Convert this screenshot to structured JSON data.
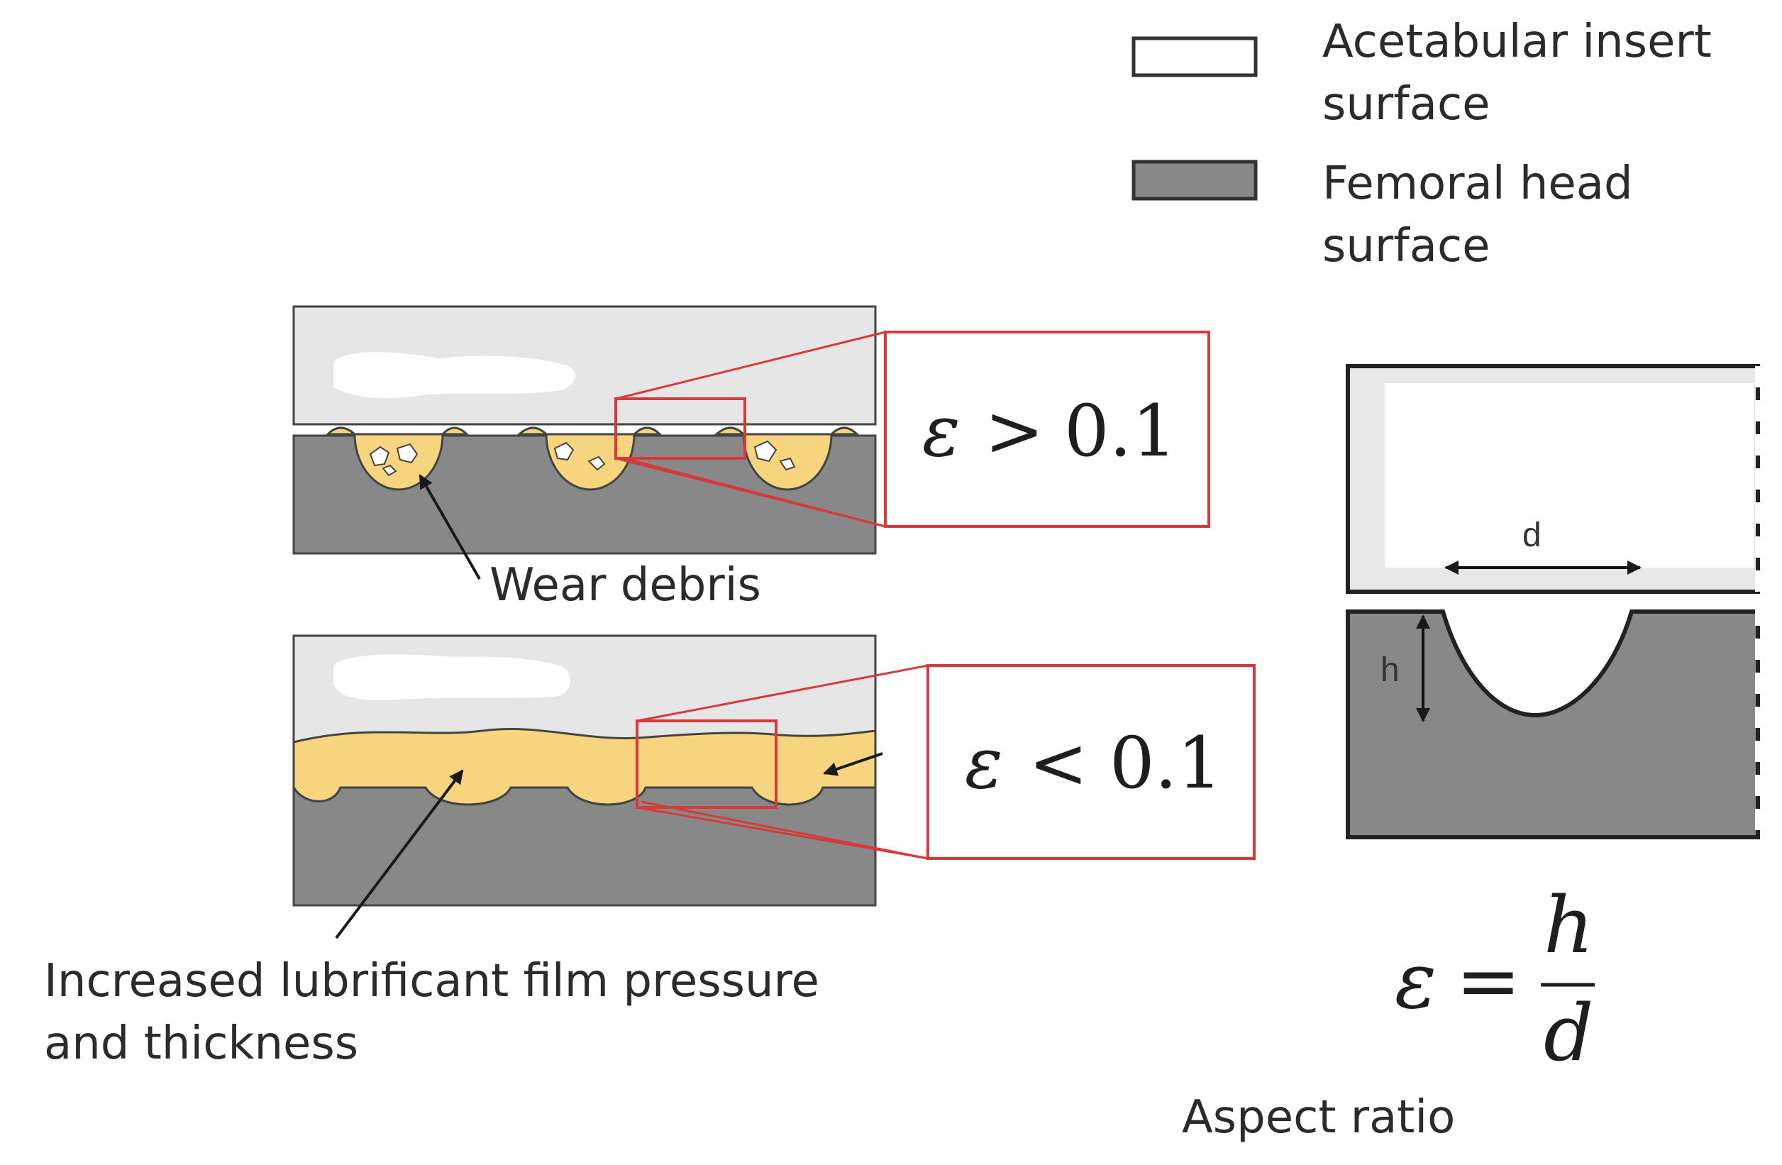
{
  "legend": {
    "items": [
      {
        "line1": "Acetabular insert",
        "line2": "surface",
        "swatch_color": "#ffffff"
      },
      {
        "line1": "Femoral head",
        "line2": "surface",
        "swatch_color": "#888888"
      }
    ]
  },
  "labels": {
    "wear_debris": "Wear debris",
    "lubricant_line1": "Increased lubrificant film pressure",
    "lubricant_line2": "and thickness",
    "aspect_ratio": "Aspect ratio"
  },
  "math": {
    "epsilon": "ε",
    "greater_op": ">",
    "less_op": "<",
    "threshold": "0.1",
    "equals_op": "=",
    "numerator": "h",
    "denominator": "d",
    "dim_d": "d",
    "dim_h": "h"
  },
  "colors": {
    "insert_gray": "#e4e4e4",
    "femoral_gray": "#888888",
    "lubricant": "#f6d57e",
    "highlight_red": "#d63a3a",
    "outline": "#333333"
  }
}
